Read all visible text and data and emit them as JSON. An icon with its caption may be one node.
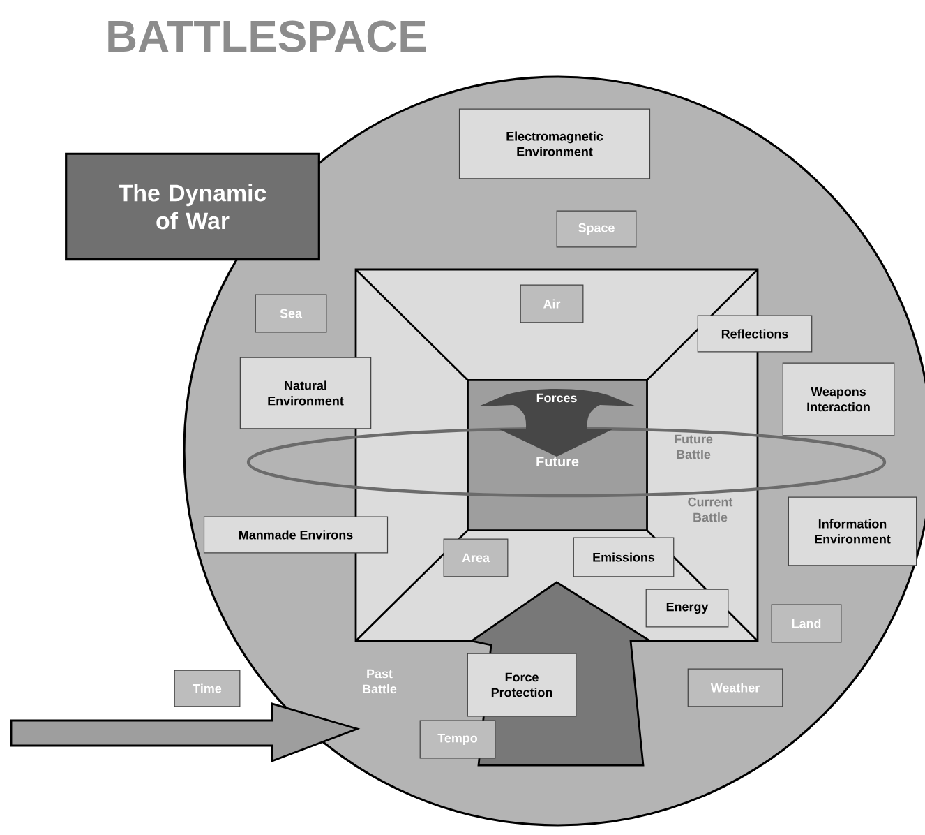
{
  "diagram": {
    "title": "BATTLESPACE",
    "nodes": [
      {
        "text": [
          "The Dynamic of War"
        ]
      },
      {
        "text": [
          "Electromagnetic Environment"
        ]
      },
      {
        "text": [
          "Space"
        ]
      },
      {
        "text": [
          "Air"
        ]
      },
      {
        "text": [
          "Sea"
        ]
      },
      {
        "text": [
          "Reflections"
        ]
      },
      {
        "text": [
          "Natural Environment"
        ]
      },
      {
        "text": [
          "Weapons Interaction"
        ]
      },
      {
        "text": [
          "Future"
        ]
      },
      {
        "text": [
          "Manmade Environs"
        ]
      },
      {
        "text": [
          "Information Environment"
        ]
      },
      {
        "text": [
          "Area"
        ]
      },
      {
        "text": [
          "Emissions"
        ]
      },
      {
        "text": [
          "Energy"
        ]
      },
      {
        "text": [
          "Land"
        ]
      },
      {
        "text": [
          "Time"
        ]
      },
      {
        "text": [
          "Force Protection"
        ]
      },
      {
        "text": [
          "Weather"
        ]
      },
      {
        "text": [
          "Tempo"
        ]
      }
    ],
    "edges": [],
    "labels": [
      "Forces",
      "Future Battle",
      "Current Battle",
      "Past Battle"
    ]
  }
}
